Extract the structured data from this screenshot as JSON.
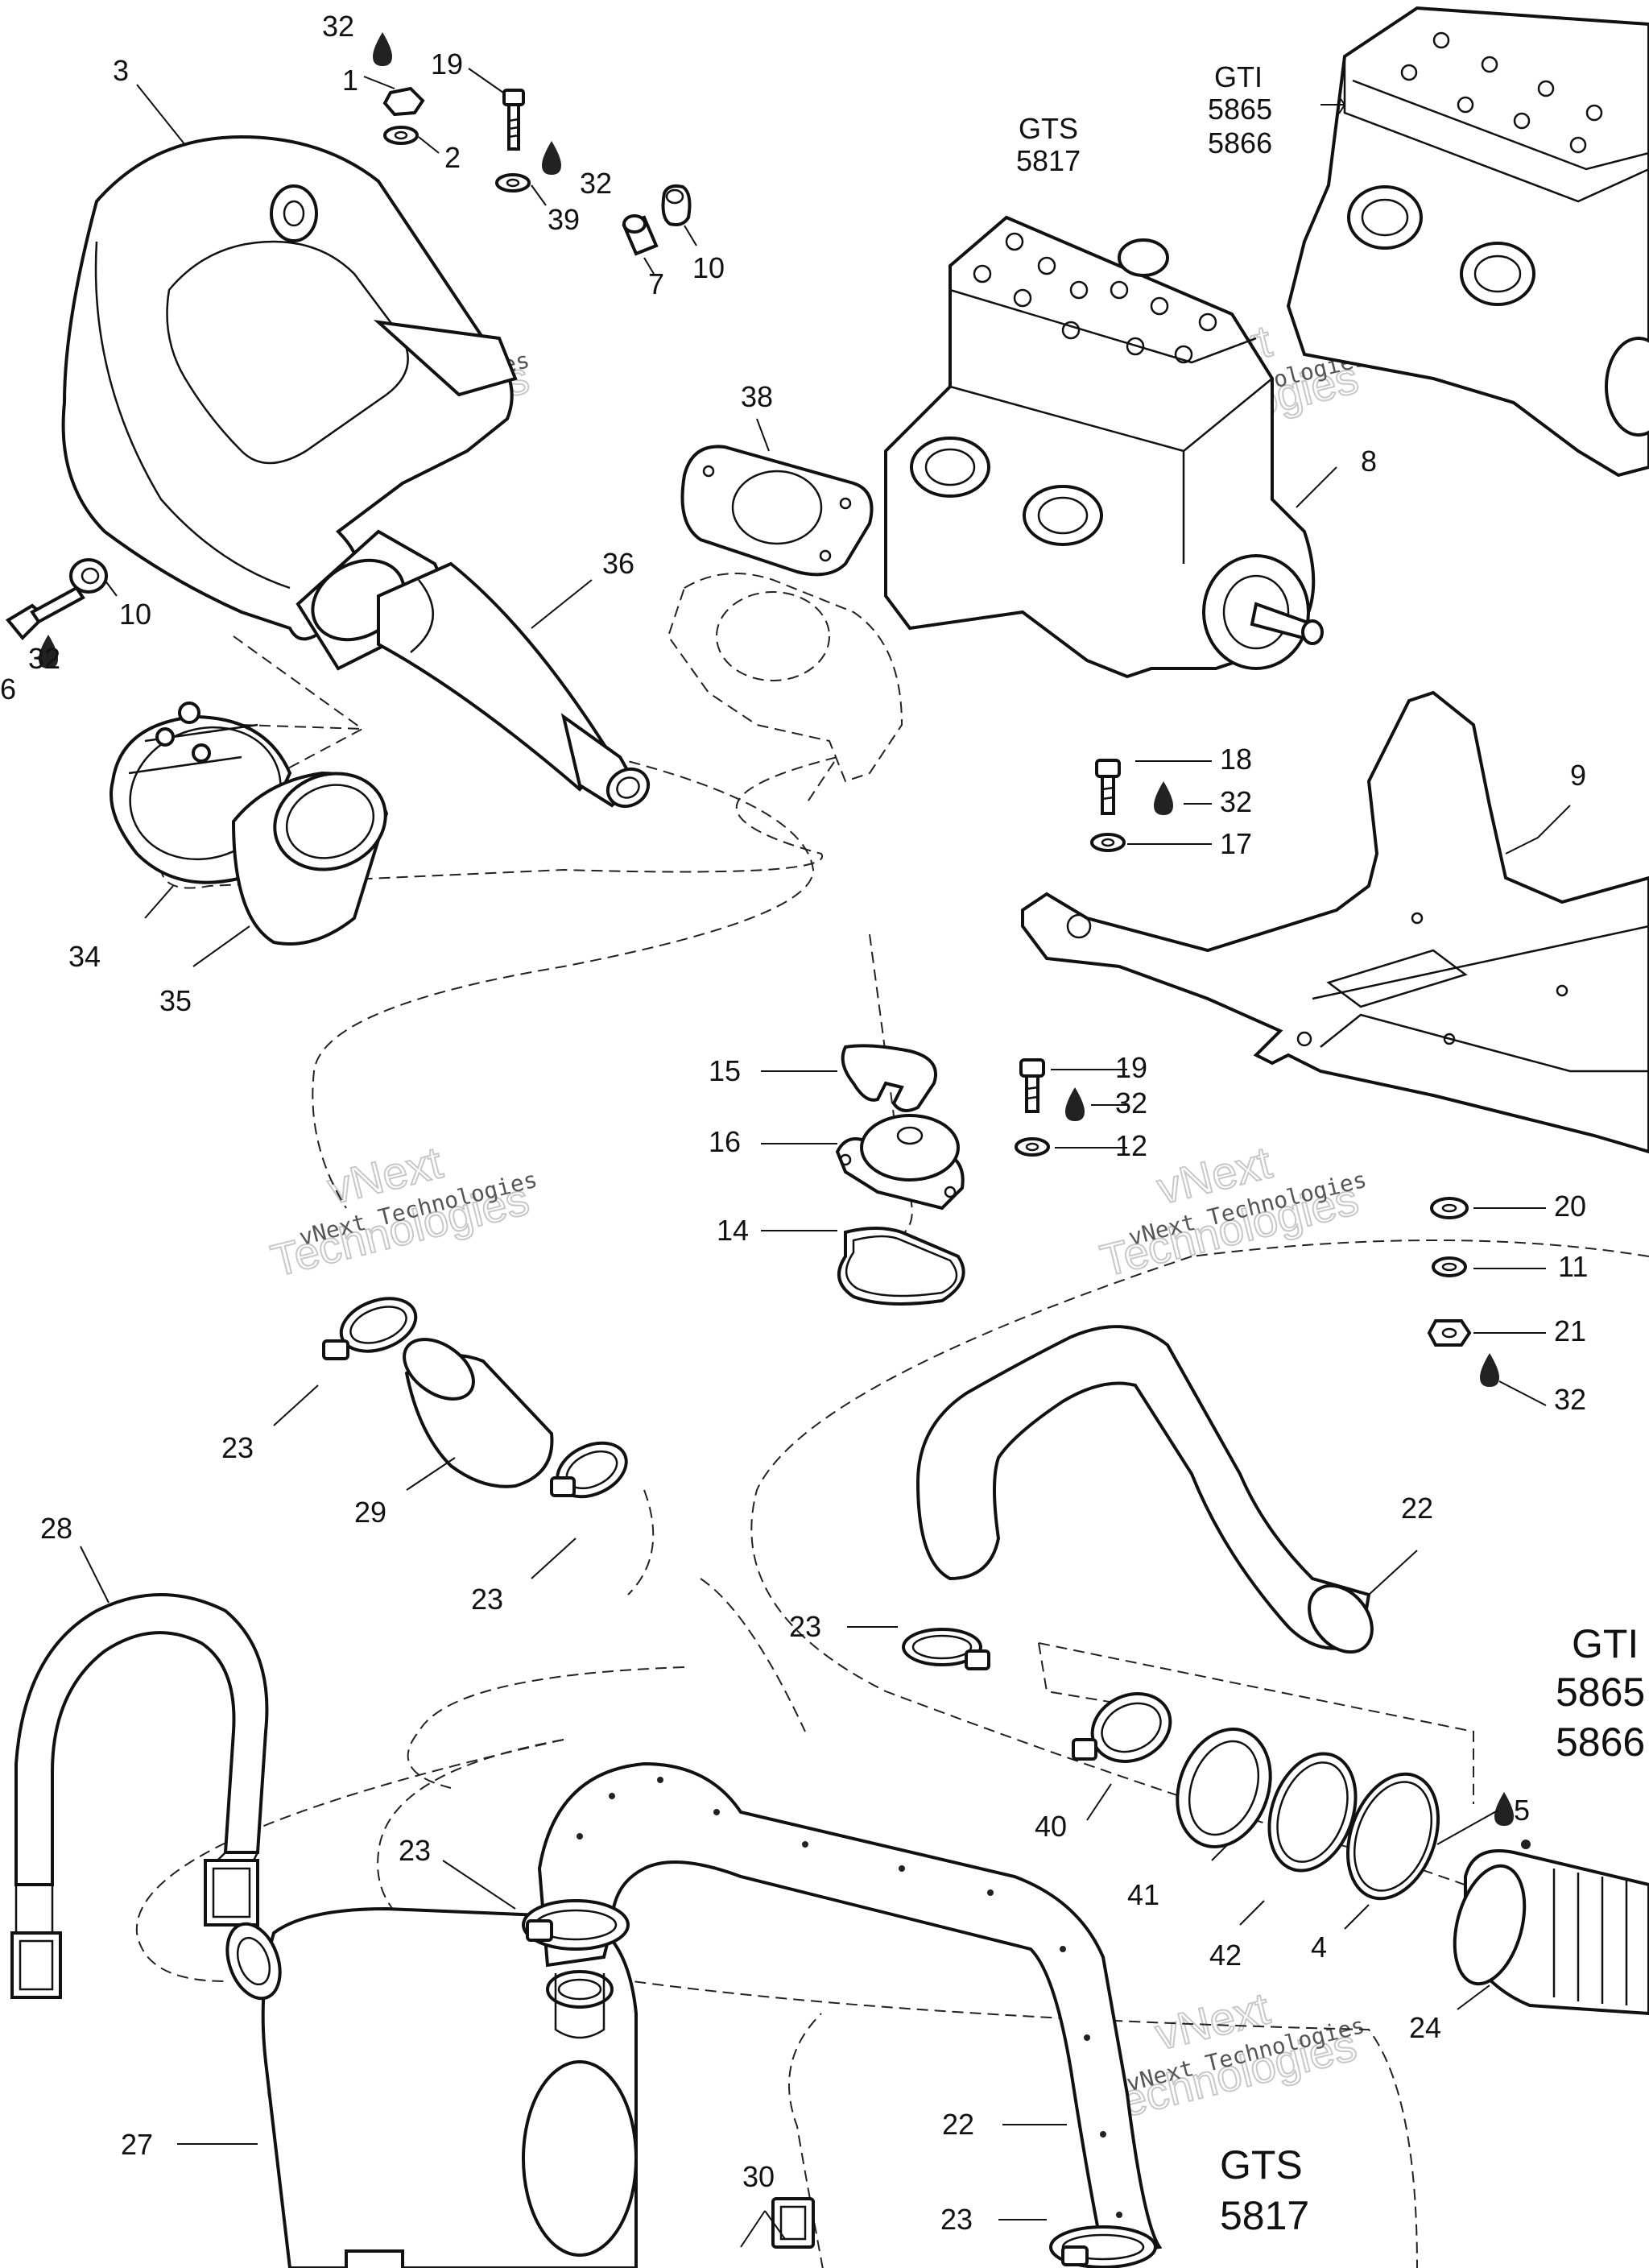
{
  "labels": {
    "l32a": "32",
    "l1": "1",
    "l19a": "19",
    "l2": "2",
    "l3": "3",
    "l32b": "32",
    "l39": "39",
    "l7": "7",
    "l10a": "10",
    "l10b": "10",
    "l6": "6",
    "l32c": "32",
    "l38": "38",
    "l36": "36",
    "l8": "8",
    "l18": "18",
    "l32d": "32",
    "l17": "17",
    "l9": "9",
    "l34": "34",
    "l35": "35",
    "l15": "15",
    "l19b": "19",
    "l32e": "32",
    "l16": "16",
    "l12": "12",
    "l14": "14",
    "l20": "20",
    "l11": "11",
    "l21": "21",
    "l32f": "32",
    "l23a": "23",
    "l29": "29",
    "l23b": "23",
    "l22a": "22",
    "l23c": "23",
    "l28": "28",
    "l40": "40",
    "l5": "5",
    "l23d": "23",
    "l41": "41",
    "l42": "42",
    "l4": "4",
    "l24": "24",
    "l27": "27",
    "l22b": "22",
    "l30": "30",
    "l23e": "23"
  },
  "variants": {
    "gts_top": {
      "name": "GTS",
      "code": "5817"
    },
    "gti_top": {
      "name": "GTI",
      "code1": "5865",
      "code2": "5866"
    },
    "gti_right": {
      "name": "GTI",
      "code1": "5865",
      "code2": "5866"
    },
    "gts_bottom": {
      "name": "GTS",
      "code": "5817"
    }
  },
  "watermarks": {
    "line1": "vNext",
    "line2": "Technologies",
    "caption": "vNext Technologies"
  }
}
